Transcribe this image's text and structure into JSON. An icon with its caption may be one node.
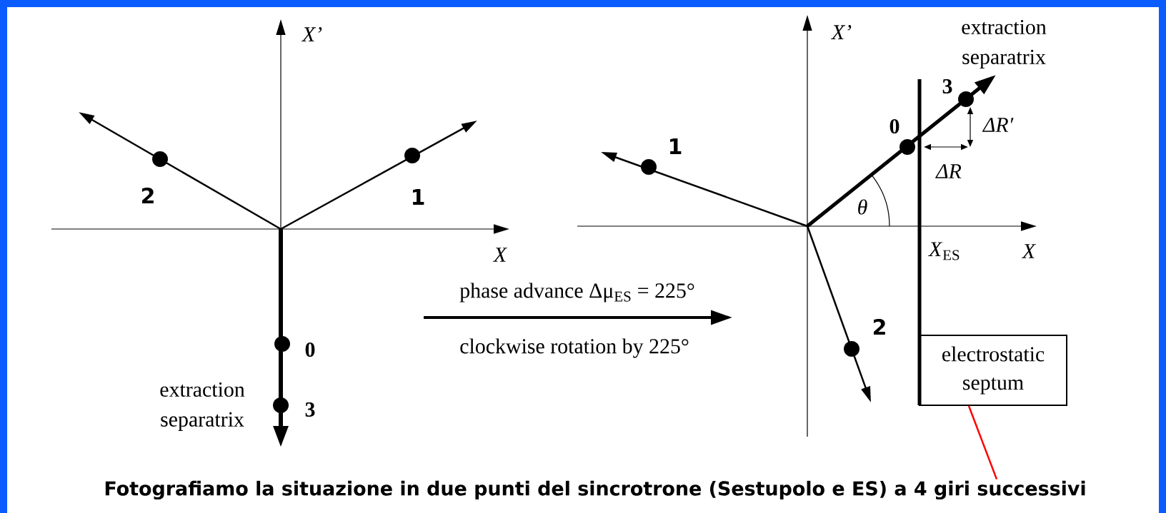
{
  "diagram": {
    "nodes": [
      {
        "text": [
          "electrostatic septum"
        ]
      },
      {
        "text": [
          "Fotografiamo la situazione in due punti del sincrotrone (Sestupolo e ES) a 4 giri successivi"
        ]
      }
    ],
    "edges": [
      {
        "from": 1,
        "to": 0,
        "arrow": "none",
        "color": "#ff0000"
      }
    ],
    "labels": [
      "X’",
      "X’",
      "extraction separatrix",
      "3",
      "0",
      "ΔR′",
      "1",
      "ΔR",
      "2",
      "1",
      "θ",
      "X",
      "*X*$_{ES}$",
      "X",
      "phase advance Δμ$_{ES}$ = 225°",
      "2",
      "0",
      "clockwise rotation by 225°",
      "extraction separatrix",
      "3"
    ]
  }
}
